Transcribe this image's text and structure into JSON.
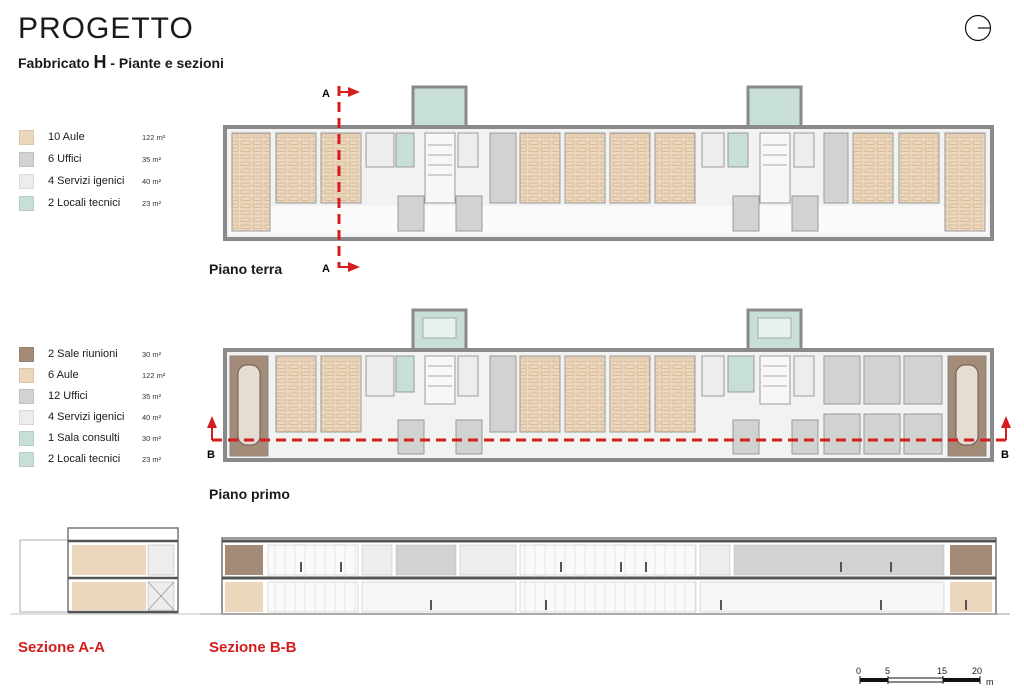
{
  "header": {
    "title": "PROGETTO",
    "subtitle_prefix": "Fabbricato",
    "subtitle_letter": "H",
    "subtitle_suffix": "- Piante e sezioni"
  },
  "colors": {
    "aule": "#ecd7bd",
    "uffici": "#d2d2d2",
    "servizi": "#ededed",
    "tecnici": "#c8dfd8",
    "riunioni": "#a38b78",
    "section_line": "#d41e1e",
    "wall": "#9a9a9a"
  },
  "legend_ground": [
    {
      "label": "10 Aule",
      "area": "122 m²",
      "color_key": "aule"
    },
    {
      "label": "6 Uffici",
      "area": "35 m²",
      "color_key": "uffici"
    },
    {
      "label": "4 Servizi igenici",
      "area": "40 m²",
      "color_key": "servizi"
    },
    {
      "label": "2 Locali tecnici",
      "area": "23 m²",
      "color_key": "tecnici"
    }
  ],
  "legend_first": [
    {
      "label": "2 Sale riunioni",
      "area": "30 m²",
      "color_key": "riunioni"
    },
    {
      "label": "6 Aule",
      "area": "122 m²",
      "color_key": "aule"
    },
    {
      "label": "12 Uffici",
      "area": "35 m²",
      "color_key": "uffici"
    },
    {
      "label": "4 Servizi igenici",
      "area": "40 m²",
      "color_key": "servizi"
    },
    {
      "label": "1 Sala consulti",
      "area": "30 m²",
      "color_key": "tecnici"
    },
    {
      "label": "2 Locali tecnici",
      "area": "23 m²",
      "color_key": "tecnici"
    }
  ],
  "plans": {
    "ground_label": "Piano terra",
    "first_label": "Piano primo",
    "cut_a": "A",
    "cut_b": "B"
  },
  "sections": {
    "aa_label": "Sezione A-A",
    "bb_label": "Sezione B-B"
  },
  "scale_bar": {
    "ticks": [
      "0",
      "5",
      "15",
      "20"
    ],
    "unit": "m"
  }
}
